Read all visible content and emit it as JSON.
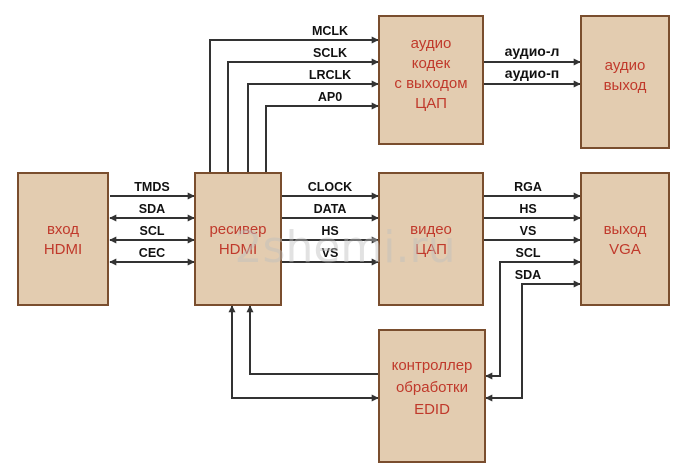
{
  "blocks": {
    "hdmi_in": [
      "вход",
      "HDMI"
    ],
    "receiver": [
      "ресивер",
      "HDMI"
    ],
    "audio_codec": [
      "аудио",
      "кодек",
      "с выходом",
      "ЦАП"
    ],
    "audio_out": [
      "аудио",
      "выход"
    ],
    "video_dac": [
      "видео",
      "ЦАП"
    ],
    "vga_out": [
      "выход",
      "VGA"
    ],
    "edid": [
      "контроллер",
      "обработки",
      "EDID"
    ]
  },
  "signals": {
    "hdmi_bus": [
      "TMDS",
      "SDA",
      "SCL",
      "CEC"
    ],
    "audio_bus": [
      "MCLK",
      "SCLK",
      "LRCLK",
      "AP0"
    ],
    "video_bus": [
      "CLOCK",
      "DATA",
      "HS",
      "VS"
    ],
    "audio_out_bus": [
      "аудио-л",
      "аудио-п"
    ],
    "vga_bus": [
      "RGA",
      "HS",
      "VS",
      "SCL",
      "SDA"
    ]
  },
  "watermark": "2shemi.ru",
  "colors": {
    "block_fill": "#e3ccb0",
    "block_border": "#7a4e2e",
    "block_text": "#c0392b",
    "wire": "#333333"
  }
}
